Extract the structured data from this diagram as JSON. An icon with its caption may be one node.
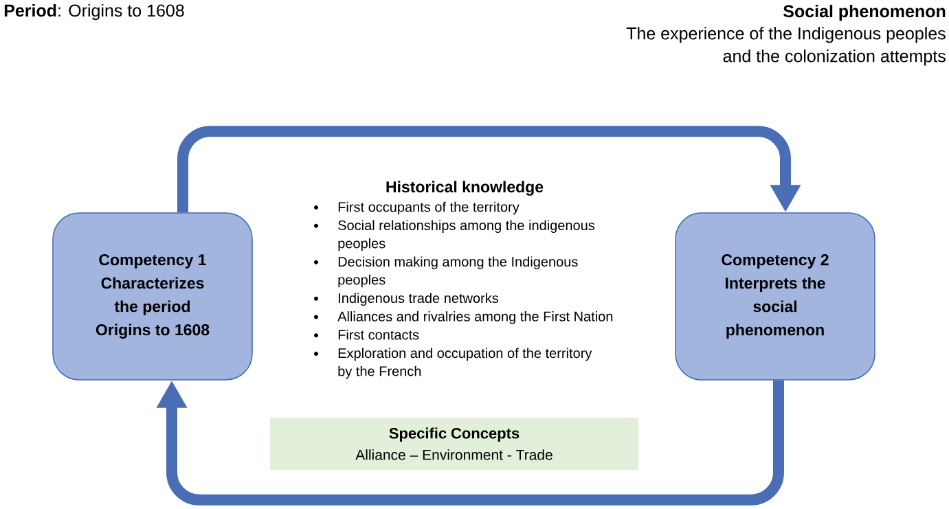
{
  "diagram": {
    "nodes": [
      {
        "text": [
          "Competency 1 Characterizes the period Origins to 1608"
        ]
      },
      {
        "text": [
          "Competency 2 Interprets the social phenomenon"
        ]
      },
      {
        "text": [
          "Specific Concepts",
          "Alliance – Environment - Trade"
        ]
      }
    ],
    "edges": [
      {
        "from": 0,
        "to": 1,
        "arrow": "to"
      },
      {
        "from": 1,
        "to": 0,
        "arrow": "to"
      }
    ],
    "labels": [
      "**Period**: Origins to 1608",
      "Social phenomenon",
      "The experience of the Indigenous peoples and the colonization attempts",
      "Historical knowledge",
      "First occupants of the territory",
      "Social relationships among the indigenous peoples",
      "Decision making among the Indigenous peoples",
      "Indigenous trade networks",
      "Alliances and rivalries among the First Nation",
      "First contacts",
      "Exploration and occupation of the territory by the French"
    ]
  }
}
